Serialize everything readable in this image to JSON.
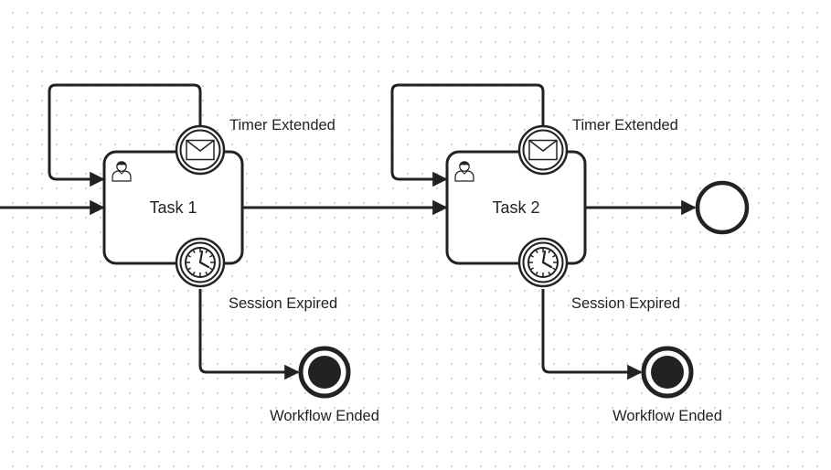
{
  "diagram": {
    "tasks": [
      {
        "label": "Task 1",
        "task_icon": "user-icon",
        "message_event": {
          "label": "Timer Extended",
          "icon": "envelope-icon"
        },
        "timer_event": {
          "label": "Session Expired",
          "icon": "clock-icon"
        },
        "end_event": {
          "label": "Workflow Ended",
          "icon": "terminate-end-icon"
        }
      },
      {
        "label": "Task 2",
        "task_icon": "user-icon",
        "message_event": {
          "label": "Timer Extended",
          "icon": "envelope-icon"
        },
        "timer_event": {
          "label": "Session Expired",
          "icon": "clock-icon"
        },
        "end_event": {
          "label": "Workflow Ended",
          "icon": "terminate-end-icon"
        }
      }
    ],
    "final_end_event": {
      "label": "",
      "icon": "end-event-icon"
    },
    "colors": {
      "stroke": "#222222",
      "fill": "#ffffff",
      "grid_dot": "#d2d2d2"
    }
  }
}
